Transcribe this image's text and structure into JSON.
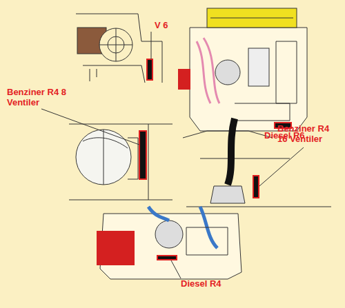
{
  "diagram": {
    "labels": [
      "V 6",
      "Diesel R6",
      "Benziner R4 8 Ventiler",
      "Benziner R4 16 Ventiler",
      "Diesel R4"
    ]
  }
}
